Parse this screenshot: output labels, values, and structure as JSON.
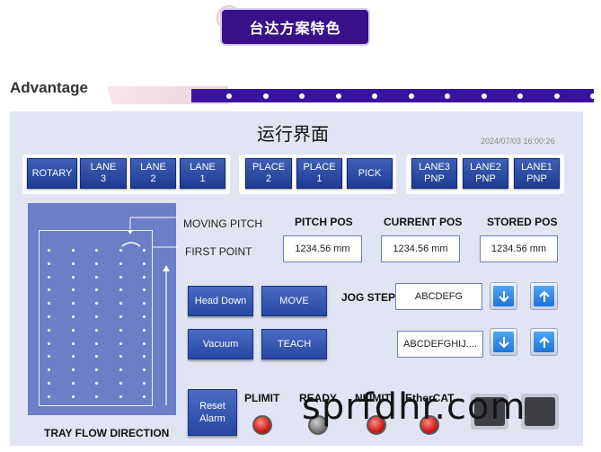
{
  "header": {
    "title": "台达方案特色",
    "section_label": "Advantage"
  },
  "screen": {
    "title": "运行界面",
    "datetime": "2024/07/03   16:00:26",
    "top_buttons": {
      "rotary": "ROTARY",
      "lane3": "LANE\n3",
      "lane2": "LANE\n2",
      "lane1": "LANE\n1",
      "place2": "PLACE\n2",
      "place1": "PLACE\n1",
      "pick": "PICK",
      "lane3pnp": "LANE3\nPNP",
      "lane2pnp": "LANE2\nPNP",
      "lane1pnp": "LANE1\nPNP"
    },
    "tray": {
      "moving_pitch": "MOVING PITCH",
      "first_point": "FIRST POINT",
      "flow_direction": "TRAY FLOW DIRECTION",
      "columns": 5,
      "rows": 12
    },
    "positions": {
      "pitch_label": "PITCH POS",
      "current_label": "CURRENT POS",
      "stored_label": "STORED POS",
      "pitch_value": "1234.56 mm",
      "current_value": "1234.56 mm",
      "stored_value": "1234.56 mm"
    },
    "controls": {
      "head_down": "Head Down",
      "move": "MOVE",
      "vacuum": "Vacuum",
      "teach": "TEACH",
      "reset_alarm": "Reset\nAlarm"
    },
    "jog": {
      "label": "JOG STEP",
      "step1_value": "ABCDEFG",
      "step2_value": "ABCDEFGHIJ...."
    },
    "status": {
      "plimit": "PLIMIT",
      "ready": "READY",
      "nlimit": "NLIMIT",
      "ethercat": "EtherCAT"
    },
    "lamp_colors": {
      "plimit": "#d11d1d",
      "ready": "#7a7a7a",
      "nlimit": "#d11d1d",
      "ethercat": "#d11d1d"
    }
  },
  "watermark": "sprfdhr.com",
  "colors": {
    "brand_purple": "#3a12a0",
    "button_blue": "#2647a3",
    "panel_bg": "#e1e5f3",
    "tray_blue": "#6b7ec7",
    "arrow_blue": "#1e73d6"
  }
}
